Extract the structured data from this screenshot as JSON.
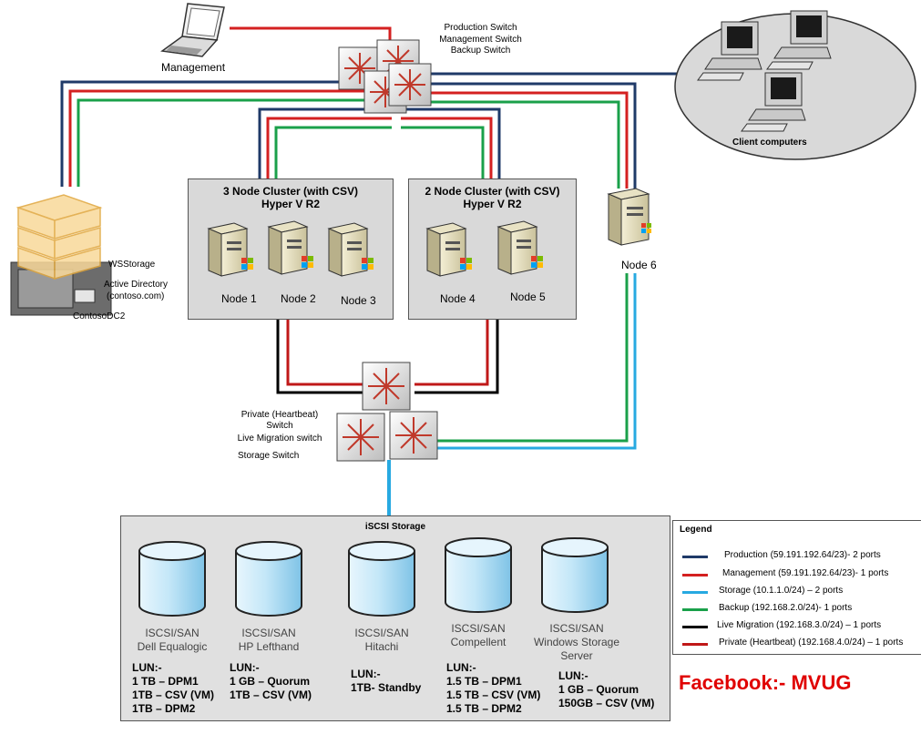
{
  "labels": {
    "management": "Management",
    "production_switch": "Production Switch",
    "management_switch": "Management Switch",
    "backup_switch": "Backup Switch",
    "client_computers": "Client computers",
    "wsstorage": "WSStorage",
    "active_directory": "Active Directory",
    "contoso_domain": "(contoso.com)",
    "contoso_dc2": "ContosoDC2",
    "node6": "Node 6",
    "private_switch_1": "Private (Heartbeat)",
    "private_switch_2": "Switch",
    "live_migration_switch": "Live Migration switch",
    "storage_switch": "Storage Switch"
  },
  "clusters": [
    {
      "title_1": "3 Node Cluster (with CSV)",
      "title_2": "Hyper V R2",
      "nodes": [
        "Node 1",
        "Node 2",
        "Node 3"
      ]
    },
    {
      "title_1": "2 Node Cluster (with CSV)",
      "title_2": "Hyper V R2",
      "nodes": [
        "Node 4",
        "Node 5"
      ]
    }
  ],
  "storage": {
    "title": "iSCSI Storage",
    "sans": [
      {
        "line_1": "ISCSI/SAN",
        "line_2": "Dell Equalogic",
        "line_3": "",
        "lun": "LUN:-\n1 TB – DPM1\n1TB – CSV (VM)\n1TB – DPM2"
      },
      {
        "line_1": "ISCSI/SAN",
        "line_2": "HP Lefthand",
        "line_3": "",
        "lun": "LUN:-\n1 GB – Quorum\n1TB – CSV (VM)"
      },
      {
        "line_1": "ISCSI/SAN",
        "line_2": "Hitachi",
        "line_3": "",
        "lun": "LUN:-\n1TB- Standby"
      },
      {
        "line_1": "ISCSI/SAN",
        "line_2": "Compellent",
        "line_3": "",
        "lun": "LUN:-\n1.5 TB – DPM1\n1.5 TB – CSV (VM)\n1.5 TB – DPM2"
      },
      {
        "line_1": "ISCSI/SAN",
        "line_2": "Windows Storage",
        "line_3": "Server",
        "lun": "LUN:-\n1 GB – Quorum\n150GB – CSV (VM)"
      }
    ]
  },
  "legend": {
    "title": "Legend",
    "items": [
      {
        "label": "Production (59.191.192.64/23)- 2 ports",
        "color": "#1f3a68"
      },
      {
        "label": "Management (59.191.192.64/23)- 1 ports",
        "color": "#d42020"
      },
      {
        "label": "Storage (10.1.1.0/24) – 2 ports",
        "color": "#27a9e1"
      },
      {
        "label": "Backup (192.168.2.0/24)- 1 ports",
        "color": "#1aa04a"
      },
      {
        "label": "Live Migration (192.168.3.0/24) – 1 ports",
        "color": "#000000"
      },
      {
        "label": "Private (Heartbeat) (192.168.4.0/24) – 1 ports",
        "color": "#c01818"
      }
    ]
  },
  "footer": {
    "facebook": "Facebook:- MVUG"
  },
  "colors": {
    "production": "#1f3a68",
    "management": "#d42020",
    "storage": "#27a9e1",
    "backup": "#1aa04a",
    "live_migration": "#000000",
    "private": "#c01818"
  }
}
